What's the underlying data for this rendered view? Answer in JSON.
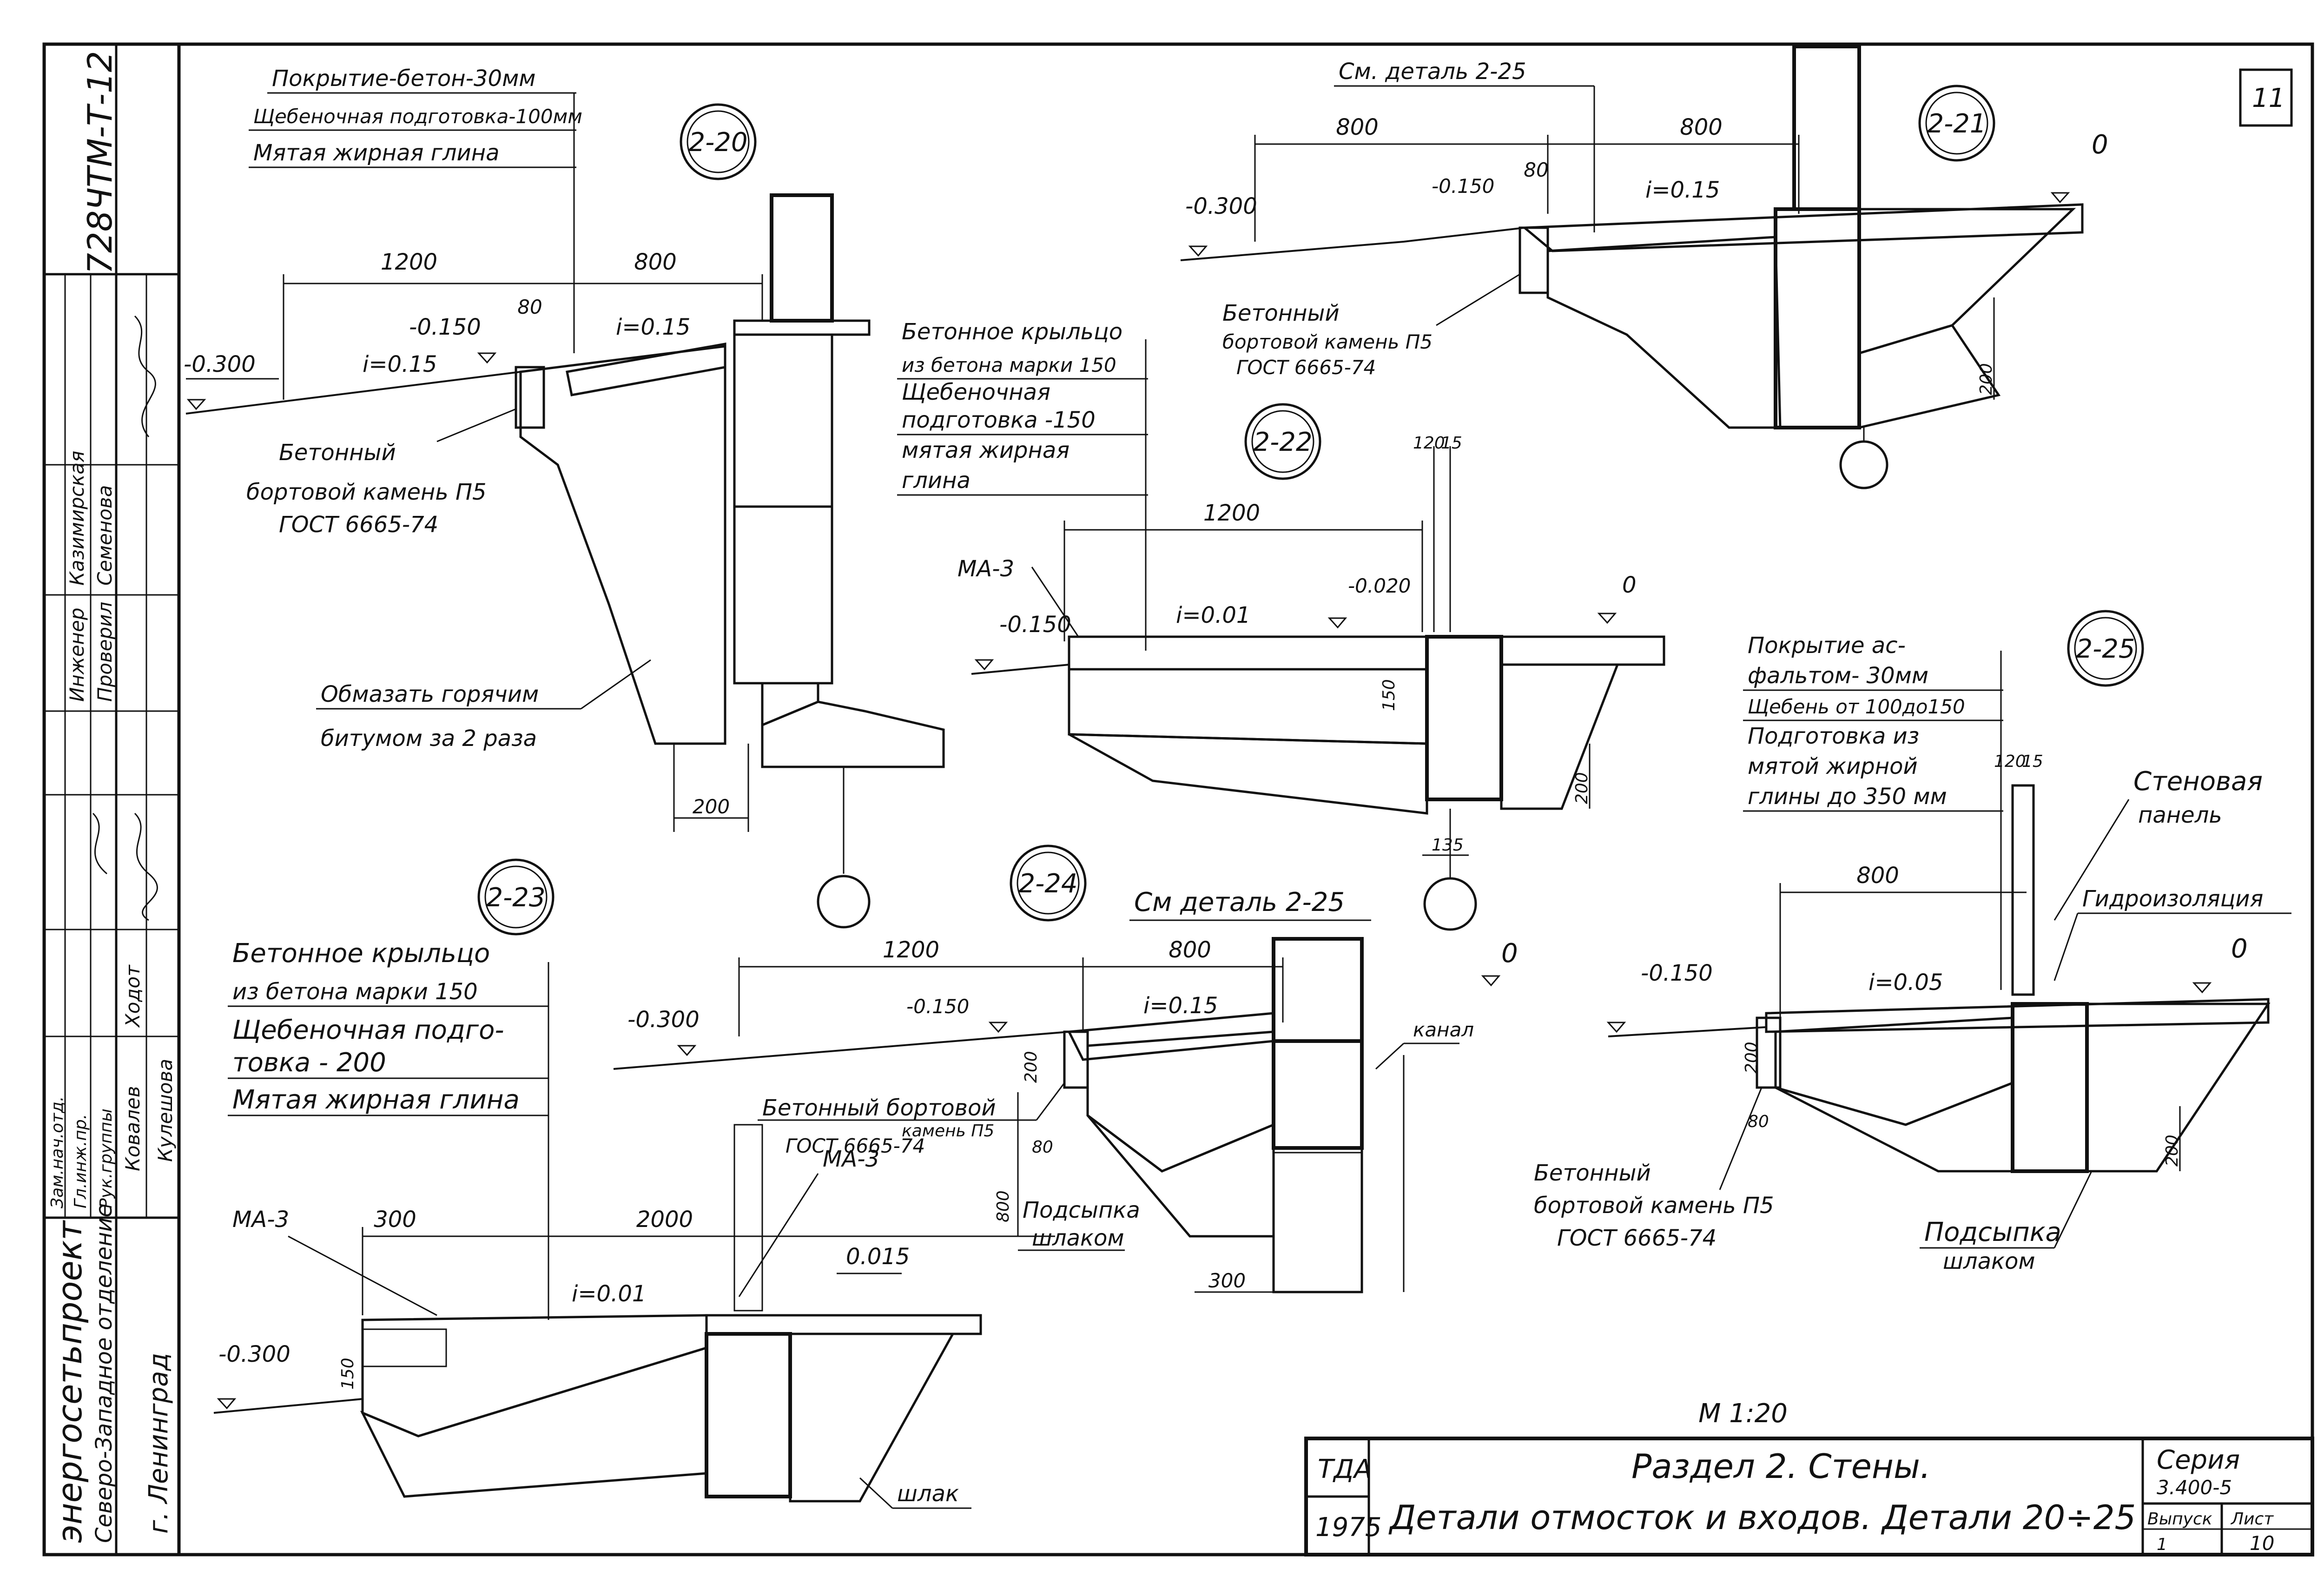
{
  "sheet": {
    "page_number": "11",
    "vertical_code": "728ЧТМ-Т-12",
    "scale": "М 1:20"
  },
  "sidebar": {
    "org_lines": [
      "энергосетьпроект",
      "Северо-Западное отделение",
      "г. Ленинград"
    ],
    "roles": [
      {
        "role": "Зам.нач.отд.",
        "name": "Ходот"
      },
      {
        "role": "Гл.инж.пр.",
        "name": "Ковалев"
      },
      {
        "role": "Рук.группы",
        "name": "Кулешова"
      },
      {
        "role": "Инженер",
        "name": "Казимирская"
      },
      {
        "role": "Проверил",
        "name": "Семенова"
      }
    ]
  },
  "title_block": {
    "org_code": "ТДА",
    "year": "1975",
    "section": "Раздел 2.   Стены.",
    "title": "Детали отмосток и входов.   Детали  20÷25",
    "series_label": "Серия",
    "series_value": "3.400-5",
    "issue_label": "Выпуск",
    "issue_value": "1",
    "sheet_label": "Лист",
    "sheet_value": "10"
  },
  "details": {
    "d20": {
      "id": "2-20",
      "notes": [
        "Покрытие-бетон-30мм",
        "Щебеночная подготовка-100мм",
        "Мятая жирная глина"
      ],
      "dims": [
        "1200",
        "800",
        "80",
        "200"
      ],
      "levels": [
        "-0.300",
        "-0.150"
      ],
      "slopes": [
        "i=0.15",
        "i=0.15"
      ],
      "curb": [
        "Бетонный",
        "бортовой камень П5",
        "ГОСТ 6665-74"
      ],
      "bitumen": [
        "Обмазать горячим",
        "битумом за 2 раза"
      ]
    },
    "d21": {
      "id": "2-21",
      "ref": "См. деталь 2-25",
      "dims": [
        "800",
        "800",
        "80",
        "200"
      ],
      "levels": [
        "-0.300",
        "-0.150",
        "0"
      ],
      "slope": "i=0.15",
      "curb": [
        "Бетонный",
        "бортовой камень П5",
        "ГОСТ 6665-74"
      ]
    },
    "d22": {
      "id": "2-22",
      "notes": [
        "Бетонное крыльцо",
        "из бетона марки 150",
        "Щебеночная",
        "подготовка -150",
        "мятая жирная",
        "глина"
      ],
      "dims": [
        "1200",
        "120",
        "15",
        "150",
        "200",
        "135"
      ],
      "levels": [
        "-0.150",
        "-0.020",
        "0"
      ],
      "slope": "i=0.01",
      "mark": "МА-3"
    },
    "d23": {
      "id": "2-23",
      "notes": [
        "Бетонное крыльцо",
        "из бетона марки 150",
        "Щебеночная подго-",
        "товка - 200",
        "Мятая жирная глина"
      ],
      "dims": [
        "300",
        "2000",
        "150"
      ],
      "levels": [
        "-0.300",
        "0.015"
      ],
      "slope": "i=0.01",
      "marks": [
        "МА-3",
        "МА-3"
      ],
      "slag": "шлак"
    },
    "d24": {
      "id": "2-24",
      "ref": "См деталь 2-25",
      "dims": [
        "1200",
        "800",
        "200",
        "80",
        "800",
        "300"
      ],
      "levels": [
        "-0.300",
        "-0.150",
        "0"
      ],
      "slope": "i=0.15",
      "curb": [
        "Бетонный бортовой",
        "камень П5",
        "ГОСТ 6665-74"
      ],
      "channel": "канал",
      "fill": [
        "Подсыпка",
        "шлаком"
      ]
    },
    "d25": {
      "id": "2-25",
      "notes": [
        "Покрытие ас-",
        "фальтом- 30мм",
        "Щебень от 100до150",
        "Подготовка из",
        "мятой жирной",
        "глины до 350 мм"
      ],
      "dims": [
        "800",
        "120",
        "15",
        "200",
        "80",
        "200"
      ],
      "levels": [
        "-0.150",
        "0"
      ],
      "slope": "i=0.05",
      "wall": [
        "Стеновая",
        "панель"
      ],
      "waterproof": "Гидроизоляция",
      "curb": [
        "Бетонный",
        "бортовой камень П5",
        "ГОСТ 6665-74"
      ],
      "fill": [
        "Подсыпка",
        "шлаком"
      ]
    }
  },
  "colors": {
    "ink": "#111111",
    "paper": "#ffffff"
  }
}
